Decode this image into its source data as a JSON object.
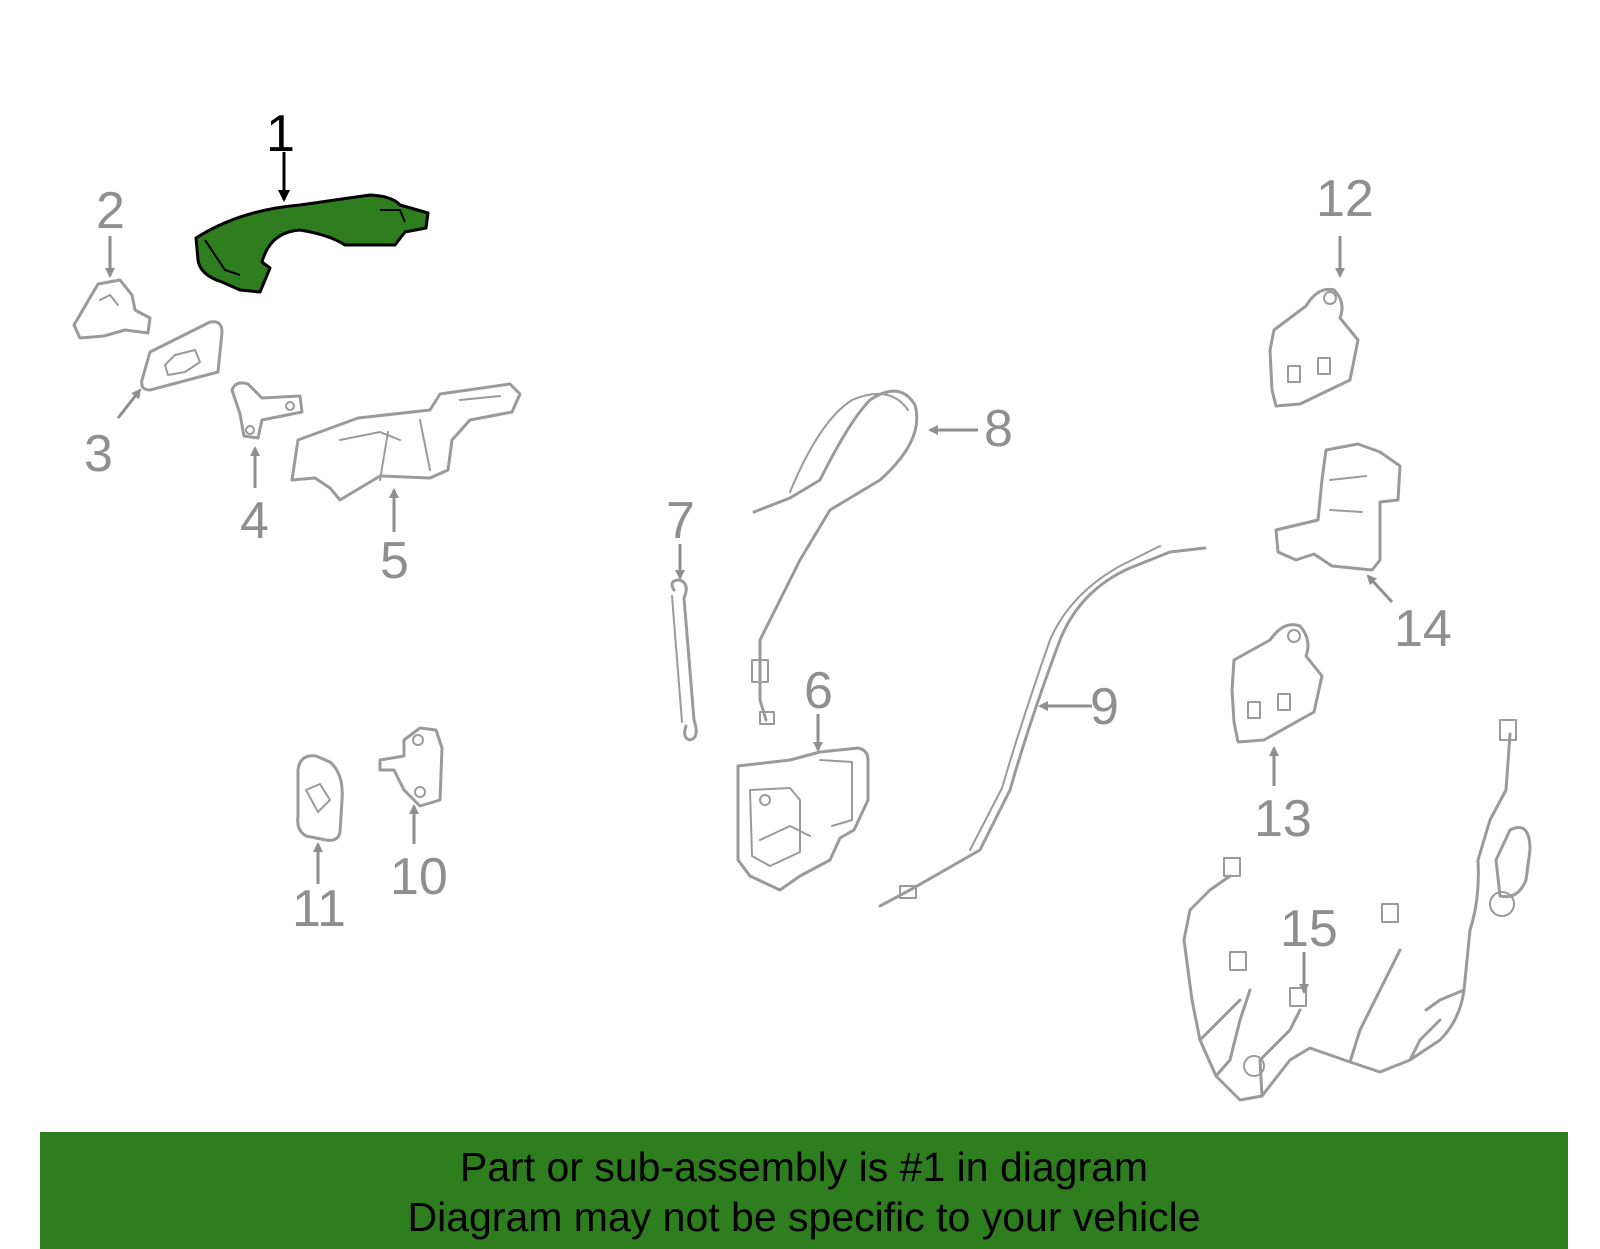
{
  "colors": {
    "highlight_fill": "#2e7d1e",
    "part_stroke": "#9a9a9a",
    "label_gray": "#8f8f8f",
    "banner_bg": "#2e7d1e"
  },
  "callouts": {
    "c1": "1",
    "c2": "2",
    "c3": "3",
    "c4": "4",
    "c5": "5",
    "c6": "6",
    "c7": "7",
    "c8": "8",
    "c9": "9",
    "c10": "10",
    "c11": "11",
    "c12": "12",
    "c13": "13",
    "c14": "14",
    "c15": "15"
  },
  "highlighted_part": "1",
  "banner": {
    "line1": "Part or sub-assembly is #1 in diagram",
    "line2": "Diagram may not be specific to your vehicle"
  }
}
